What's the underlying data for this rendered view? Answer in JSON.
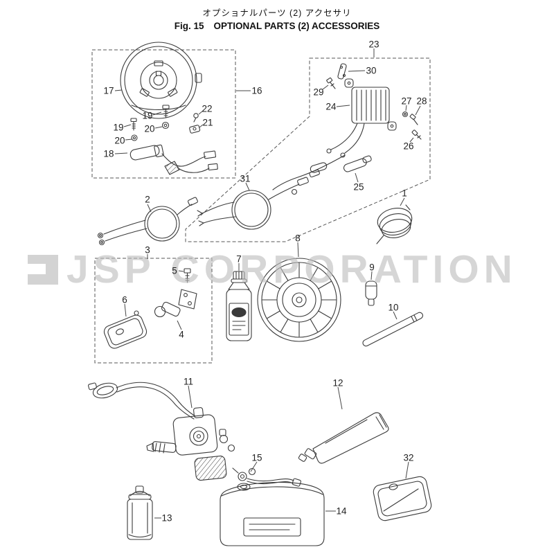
{
  "header": {
    "title_ja": "オプショナルパーツ (2) アクセサリ",
    "fig_label": "Fig. 15",
    "title_en": "OPTIONAL PARTS (2) ACCESSORIES"
  },
  "watermark": {
    "text": "JSP CORPORATION"
  },
  "diagram": {
    "stroke_color": "#3a3a3a",
    "watermark_color": "#bdbdbd",
    "parts": [
      {
        "num": "1",
        "label": [
          584,
          279
        ],
        "leader": [
          584,
          286,
          578,
          297
        ]
      },
      {
        "num": "2",
        "label": [
          213,
          288
        ],
        "leader": [
          213,
          295,
          218,
          306
        ]
      },
      {
        "num": "3",
        "label": [
          213,
          361
        ],
        "leader": [
          213,
          367,
          213,
          374
        ]
      },
      {
        "num": "4",
        "label": [
          262,
          483
        ],
        "leader": [
          262,
          476,
          256,
          463
        ]
      },
      {
        "num": "5",
        "label": [
          252,
          391
        ],
        "leader": [
          258,
          391,
          265,
          392
        ]
      },
      {
        "num": "6",
        "label": [
          180,
          433
        ],
        "leader": [
          180,
          439,
          182,
          457
        ]
      },
      {
        "num": "7",
        "label": [
          345,
          374
        ],
        "leader": [
          345,
          380,
          345,
          391
        ]
      },
      {
        "num": "8",
        "label": [
          430,
          344
        ],
        "leader": [
          430,
          350,
          431,
          371
        ]
      },
      {
        "num": "9",
        "label": [
          537,
          386
        ],
        "leader": [
          537,
          392,
          536,
          404
        ]
      },
      {
        "num": "10",
        "label": [
          568,
          444
        ],
        "leader": [
          568,
          450,
          573,
          461
        ]
      },
      {
        "num": "11",
        "label": [
          272,
          551
        ],
        "leader": [
          272,
          557,
          277,
          589
        ]
      },
      {
        "num": "12",
        "label": [
          488,
          553
        ],
        "leader": [
          488,
          559,
          494,
          591
        ]
      },
      {
        "num": "13",
        "label": [
          241,
          748
        ],
        "leader": [
          233,
          748,
          223,
          748
        ]
      },
      {
        "num": "14",
        "label": [
          493,
          738
        ],
        "leader": [
          485,
          738,
          470,
          738
        ]
      },
      {
        "num": "15",
        "label": [
          371,
          661
        ],
        "leader": [
          371,
          667,
          362,
          681
        ]
      },
      {
        "num": "16",
        "label": [
          371,
          131
        ],
        "leader": [
          362,
          131,
          341,
          131
        ]
      },
      {
        "num": "17",
        "label": [
          157,
          131
        ],
        "leader": [
          166,
          131,
          176,
          130
        ]
      },
      {
        "num": "18",
        "label": [
          157,
          222
        ],
        "leader": [
          166,
          222,
          184,
          221
        ]
      },
      {
        "num": "19",
        "label": [
          213,
          167
        ],
        "leader": [
          221,
          166,
          233,
          162
        ]
      },
      {
        "num": "20",
        "label": [
          216,
          186
        ],
        "leader": [
          224,
          185,
          234,
          183
        ]
      },
      {
        "num": "19",
        "label": [
          171,
          184
        ],
        "leader": [
          179,
          183,
          189,
          180
        ]
      },
      {
        "num": "20",
        "label": [
          173,
          203
        ],
        "leader": [
          181,
          202,
          191,
          201
        ]
      },
      {
        "num": "21",
        "label": [
          300,
          177
        ],
        "leader": [
          293,
          180,
          288,
          184
        ]
      },
      {
        "num": "22",
        "label": [
          299,
          157
        ],
        "leader": [
          293,
          160,
          287,
          165
        ]
      },
      {
        "num": "23",
        "label": [
          540,
          64
        ],
        "leader": [
          540,
          70,
          540,
          83
        ]
      },
      {
        "num": "24",
        "label": [
          478,
          154
        ],
        "leader": [
          486,
          154,
          505,
          152
        ]
      },
      {
        "num": "25",
        "label": [
          518,
          270
        ],
        "leader": [
          517,
          263,
          513,
          250
        ]
      },
      {
        "num": "26",
        "label": [
          590,
          211
        ],
        "leader": [
          592,
          205,
          597,
          199
        ]
      },
      {
        "num": "27",
        "label": [
          587,
          146
        ],
        "leader": [
          587,
          152,
          586,
          160
        ]
      },
      {
        "num": "28",
        "label": [
          609,
          146
        ],
        "leader": [
          607,
          153,
          600,
          166
        ]
      },
      {
        "num": "29",
        "label": [
          460,
          133
        ],
        "leader": [
          466,
          129,
          474,
          123
        ]
      },
      {
        "num": "30",
        "label": [
          536,
          102
        ],
        "leader": [
          527,
          102,
          503,
          103
        ]
      },
      {
        "num": "31",
        "label": [
          354,
          258
        ],
        "leader": [
          355,
          264,
          360,
          275
        ]
      },
      {
        "num": "32",
        "label": [
          590,
          661
        ],
        "leader": [
          590,
          667,
          586,
          691
        ]
      }
    ]
  }
}
